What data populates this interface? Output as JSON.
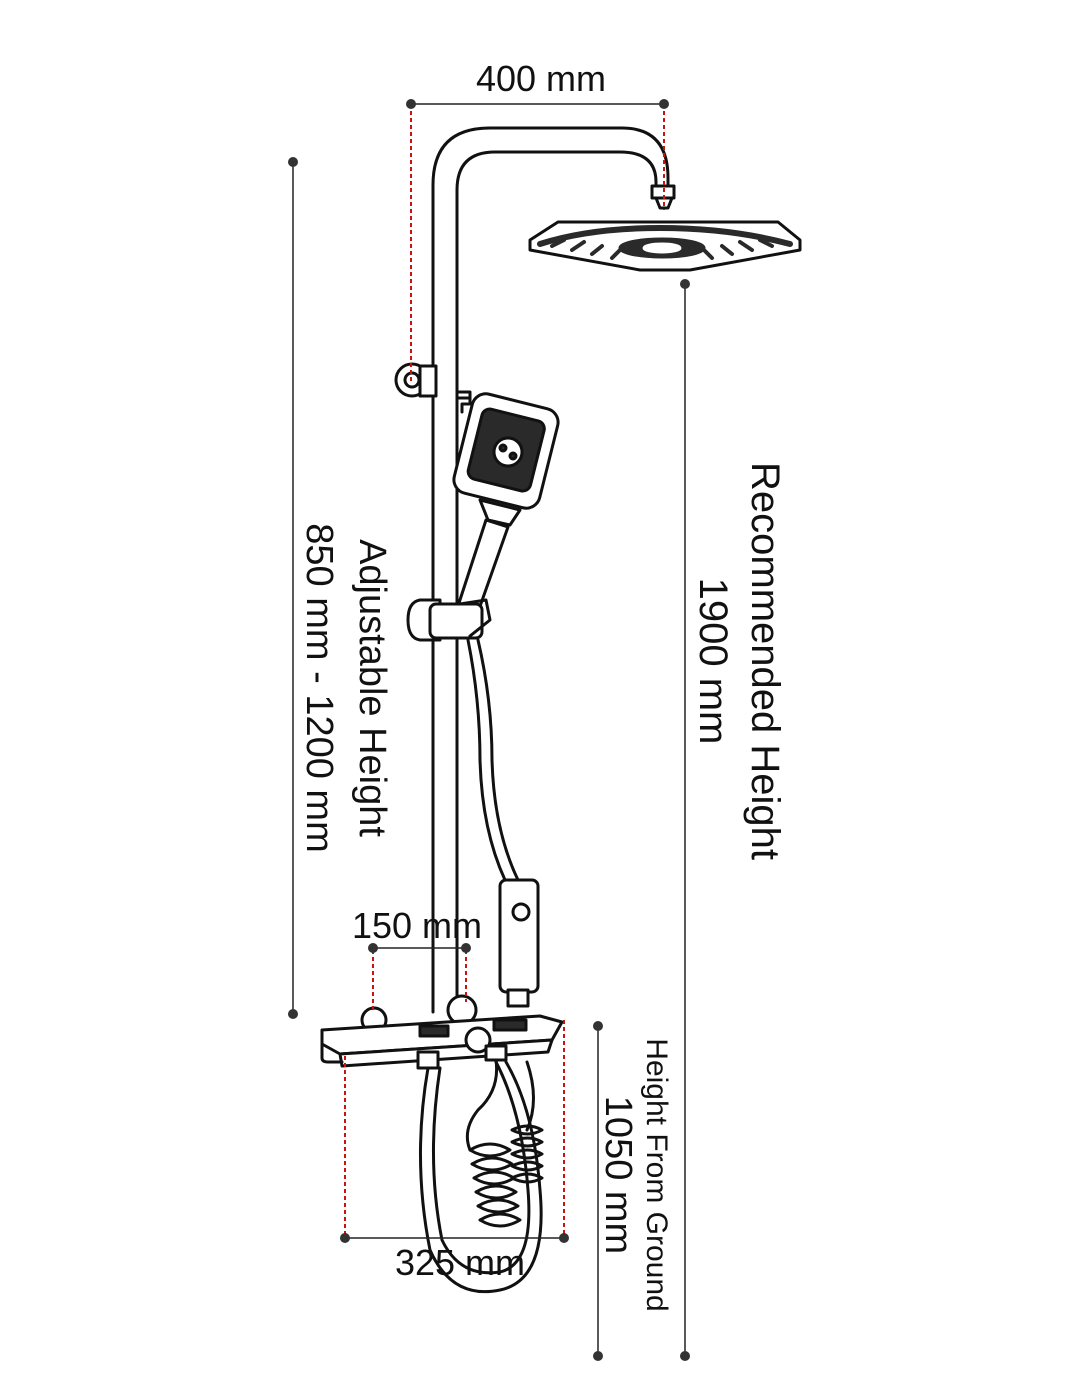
{
  "dimensions": {
    "top_width": "400 mm",
    "mixer_spacing": "150 mm",
    "shelf_width": "325 mm",
    "adjustable_title": "Adjustable Height",
    "adjustable_value": "850 mm - 1200 mm",
    "recommended_title": "Recommended Height",
    "recommended_value": "1900 mm",
    "ground_title": "Height From Ground",
    "ground_value": "1050 mm"
  },
  "colors": {
    "line": "#111111",
    "guide": "#cc1111",
    "endpoint": "#333333",
    "fill_dark": "#2a2a2a"
  }
}
